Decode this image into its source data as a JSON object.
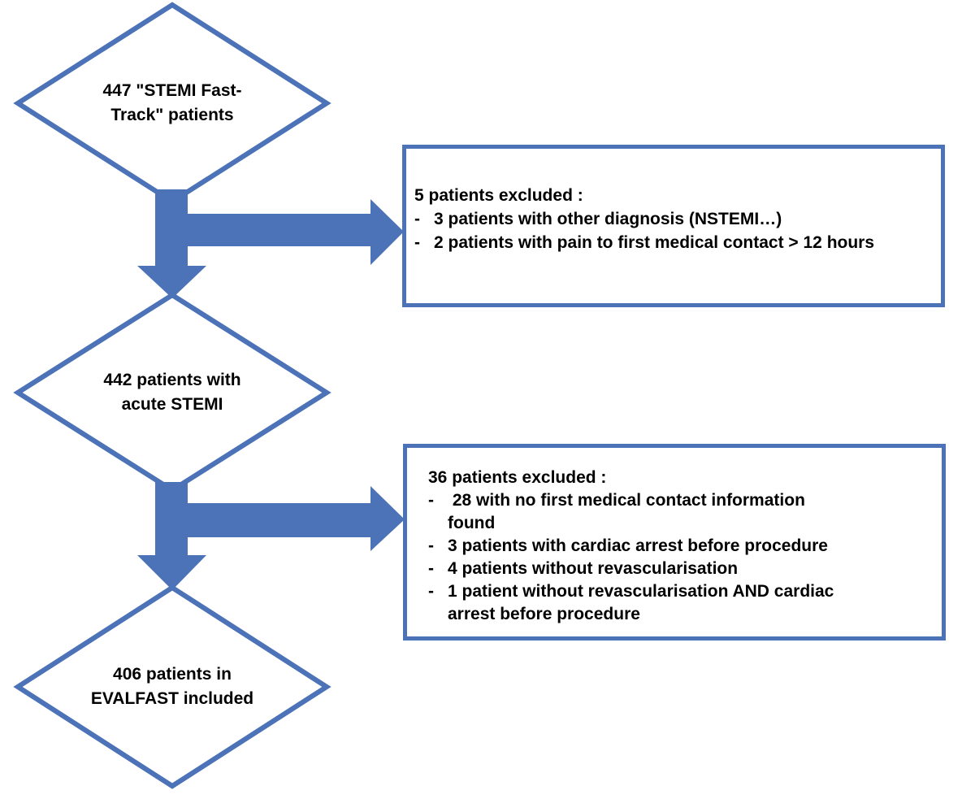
{
  "diagram": {
    "bullet": "-",
    "colors": {
      "accent": "#4C72B8",
      "text": "#000000",
      "background": "#FFFFFF"
    },
    "diamonds": [
      {
        "label": "447 \"STEMI Fast-\nTrack\" patients"
      },
      {
        "label": "442 patients with\nacute STEMI"
      },
      {
        "label": "406 patients in\nEVALFAST included"
      }
    ],
    "exclusion_boxes": [
      {
        "title": "5 patients excluded :",
        "items": [
          "3 patients with other diagnosis (NSTEMI…)",
          "2 patients with pain to first medical contact > 12 hours"
        ]
      },
      {
        "title": "36 patients excluded :",
        "items": [
          " 28 with no first medical contact information\nfound",
          "3 patients with cardiac arrest before procedure",
          "4 patients without revascularisation",
          "1 patient without revascularisation AND cardiac\narrest before procedure"
        ]
      }
    ]
  }
}
